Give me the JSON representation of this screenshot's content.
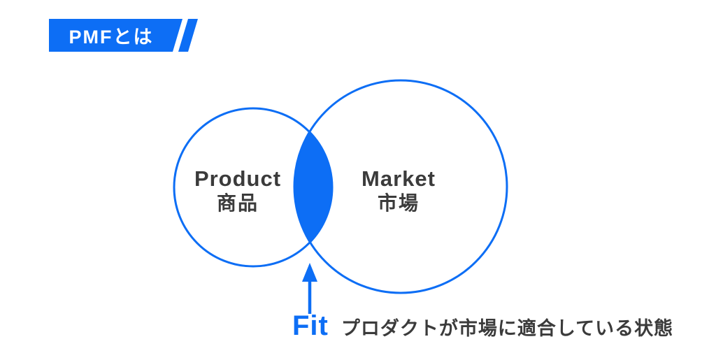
{
  "badge": {
    "label": "PMFとは"
  },
  "diagram": {
    "left_circle": {
      "title": "Product",
      "subtitle": "商品"
    },
    "right_circle": {
      "title": "Market",
      "subtitle": "市場"
    }
  },
  "caption": {
    "fit_label": "Fit",
    "description": "プロダクトが市場に適合している状態"
  },
  "colors": {
    "accent": "#0d6ef5",
    "text": "#3b3b3b",
    "badge_text": "#ffffff",
    "bg": "#ffffff"
  }
}
